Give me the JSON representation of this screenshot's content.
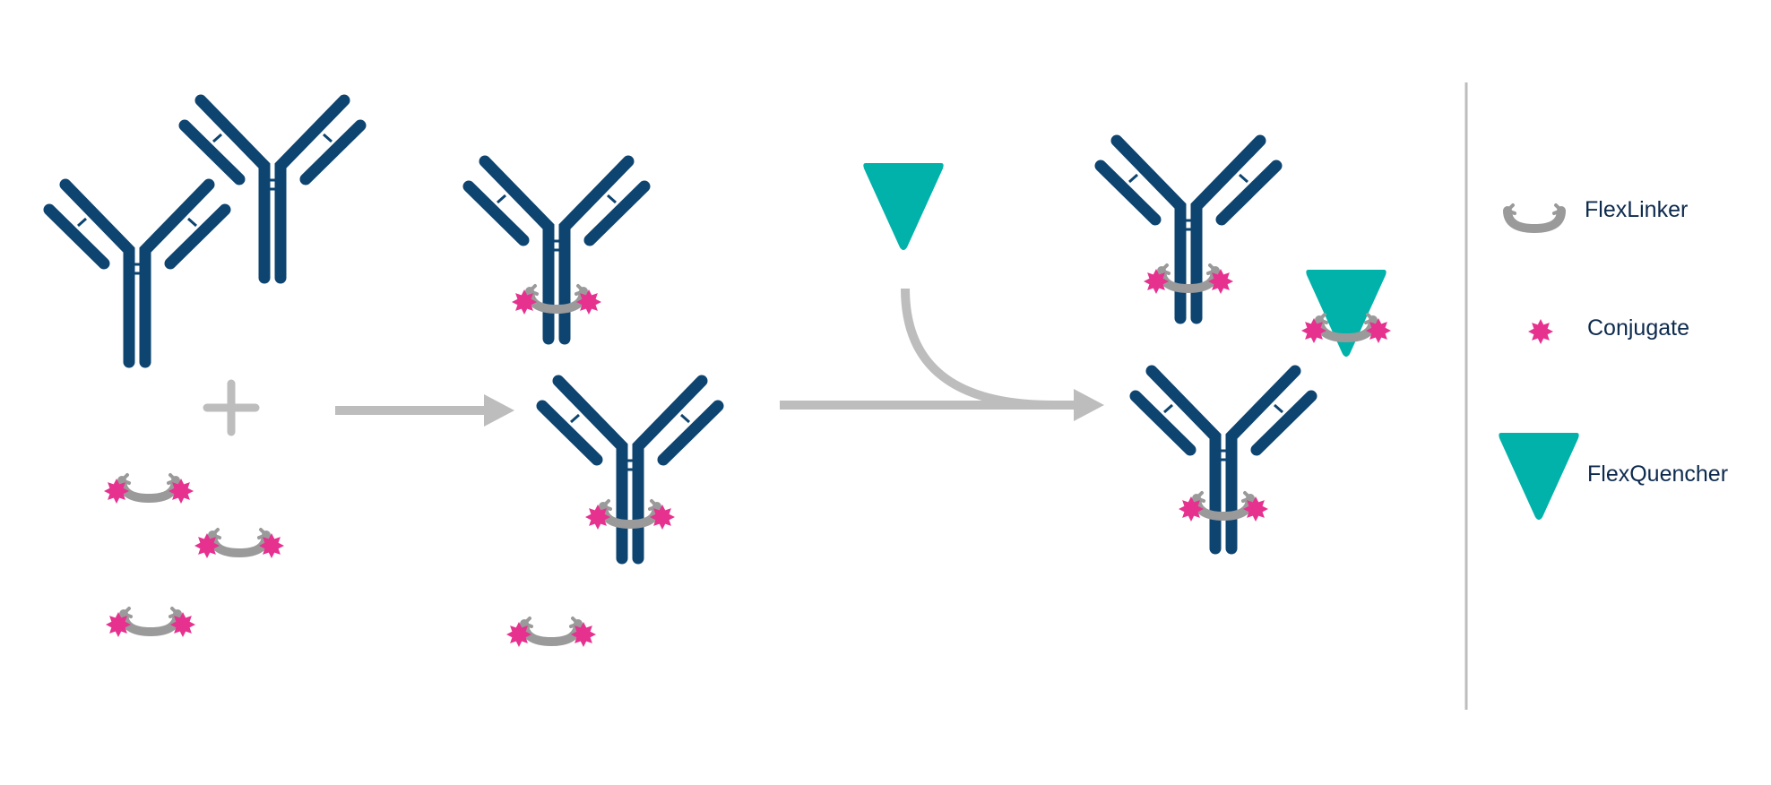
{
  "legend": {
    "items": [
      {
        "label": "FlexLinker",
        "icon": "flexlinker-icon"
      },
      {
        "label": "Conjugate",
        "icon": "conjugate-icon"
      },
      {
        "label": "FlexQuencher",
        "icon": "flexquencher-icon"
      }
    ]
  },
  "colors": {
    "antibody": "#0d4470",
    "linker": "#9a9a9a",
    "conjugate": "#e6318f",
    "quencher": "#00b2a9",
    "arrow": "#bdbdbd",
    "text": "#0d2a4d"
  }
}
